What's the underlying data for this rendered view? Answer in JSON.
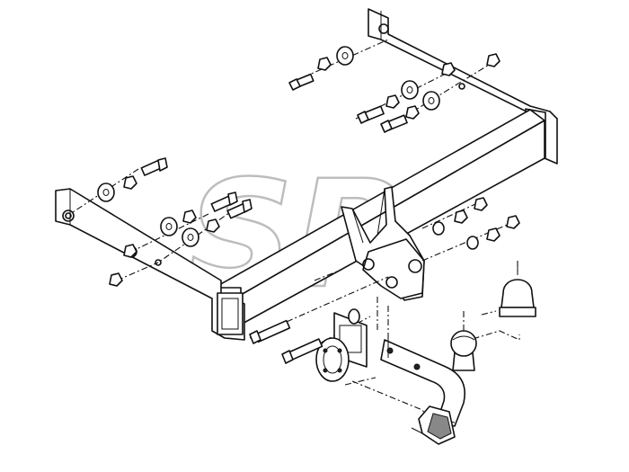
{
  "diagram": {
    "watermark_logo": "SP",
    "parts": [
      "tow-bar-crossbeam",
      "left-mounting-plate",
      "right-mounting-plate",
      "tow-ball-arm",
      "tow-ball",
      "ball-cover-cap",
      "electrical-socket-plate",
      "electrical-socket",
      "fastening-bolts",
      "washers",
      "nuts"
    ],
    "colors": {
      "line": "#111111",
      "background": "#ffffff",
      "watermark": "#b5b5b5"
    }
  }
}
